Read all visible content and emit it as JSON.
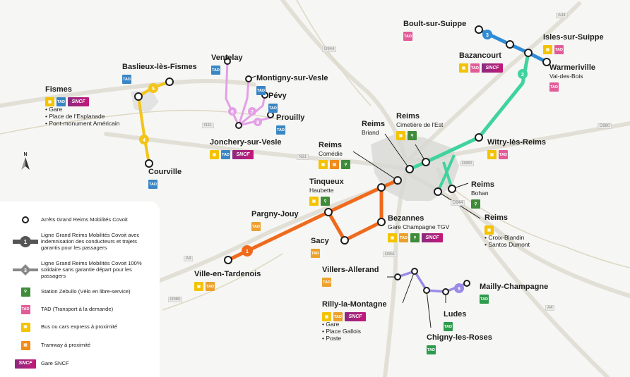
{
  "colors": {
    "line1": "#f06a1c",
    "line2": "#3fd39d",
    "line3": "#2f8bd5",
    "line4": "#f3c419",
    "line5": "#f3c419",
    "line6": "#e3a0e6",
    "line7": "#e3a0e6",
    "line8": "#e3a0e6",
    "line9": "#9a8ae8",
    "tad_pink": "#e25c98",
    "tad_blue": "#3a86c4",
    "tad_orange": "#eca12c",
    "tad_green": "#2e9b4d",
    "bus": "#f4c300",
    "tram": "#f08c1a",
    "bike": "#3f8b3a"
  },
  "roads": {
    "d944": "D944",
    "a34": "A34",
    "d980_e": "D980",
    "n31_w": "N31",
    "n31_c": "N31",
    "d980_c": "D980",
    "d944_s": "D944",
    "d951": "D951",
    "a4_w": "A4",
    "d980_w": "D980",
    "a4_e": "A4"
  },
  "compass": {
    "n": "N"
  },
  "lines": {
    "l1": "1",
    "l2": "2",
    "l3": "3",
    "l4": "4",
    "l5": "5",
    "l6": "6",
    "l7": "7",
    "l8": "8",
    "l9": "9"
  },
  "badges": {
    "tad": "TAD",
    "sncf": "SNCF",
    "bus": "bus-icon",
    "tram": "tram-icon",
    "bike": "bike-icon"
  },
  "stations": {
    "boult": {
      "name": "Boult-sur-Suippe"
    },
    "isles": {
      "name": "Isles-sur-Suippe"
    },
    "bazancourt": {
      "name": "Bazancourt"
    },
    "warmeriville": {
      "name": "Warmeriville",
      "sub": "Val-des-Bois"
    },
    "basliex": {
      "name": "Baslieux-lès-Fismes"
    },
    "ventelay": {
      "name": "Ventelay"
    },
    "montigny": {
      "name": "Montigny-sur-Vesle"
    },
    "pevy": {
      "name": "Pévy"
    },
    "prouilly": {
      "name": "Prouilly"
    },
    "fismes": {
      "name": "Fismes",
      "items": [
        "Gare",
        "Place de l'Esplanade",
        "Pont-monument Américain"
      ]
    },
    "jonchery": {
      "name": "Jonchery-sur-Vesle"
    },
    "courville": {
      "name": "Courville"
    },
    "reims_briand": {
      "name": "Reims",
      "sub": "Briand"
    },
    "reims_cimetiere": {
      "name": "Reims",
      "sub": "Cimetière de l'Est"
    },
    "witry": {
      "name": "Witry-lès-Reims"
    },
    "reims_comedie": {
      "name": "Reims",
      "sub": "Comédie"
    },
    "tinqueux": {
      "name": "Tinqueux",
      "sub": "Haubette"
    },
    "reims_bohan": {
      "name": "Reims",
      "sub": "Bohan"
    },
    "pargny": {
      "name": "Pargny-Jouy"
    },
    "reims_croix": {
      "name": "Reims",
      "items": [
        "Croix-Blandin",
        "Santos Dumont"
      ]
    },
    "bezannes": {
      "name": "Bezannes",
      "sub": "Gare Champagne TGV"
    },
    "sacy": {
      "name": "Sacy"
    },
    "ville": {
      "name": "Ville-en-Tardenois"
    },
    "villers": {
      "name": "Villers-Allerand"
    },
    "mailly": {
      "name": "Mailly-Champagne"
    },
    "rilly": {
      "name": "Rilly-la-Montagne",
      "items": [
        "Gare",
        "Place Gallois",
        "Poste"
      ]
    },
    "ludes": {
      "name": "Ludes"
    },
    "chigny": {
      "name": "Chigny-les-Roses"
    }
  },
  "legend": {
    "stops": "Arrêts Grand Reims Mobilités Covoit",
    "line_guaranteed": "Ligne Grand Reims Mobilités Covoit avec indemnisation des conducteurs et trajets garantis pour les passagers",
    "line_solidary": "Ligne Grand Reims Mobilités Covoit 100% solidaire sans garantie départ pour les passagers",
    "zebullo": "Station Zebullo (Vélo en libre-service)",
    "tad": "TAD (Transport à la demande)",
    "bus": "Bus ou cars express à proximité",
    "tram": "Tramway à proximité",
    "sncf": "Gare SNCF",
    "sym1": "1",
    "sym3": "3"
  }
}
